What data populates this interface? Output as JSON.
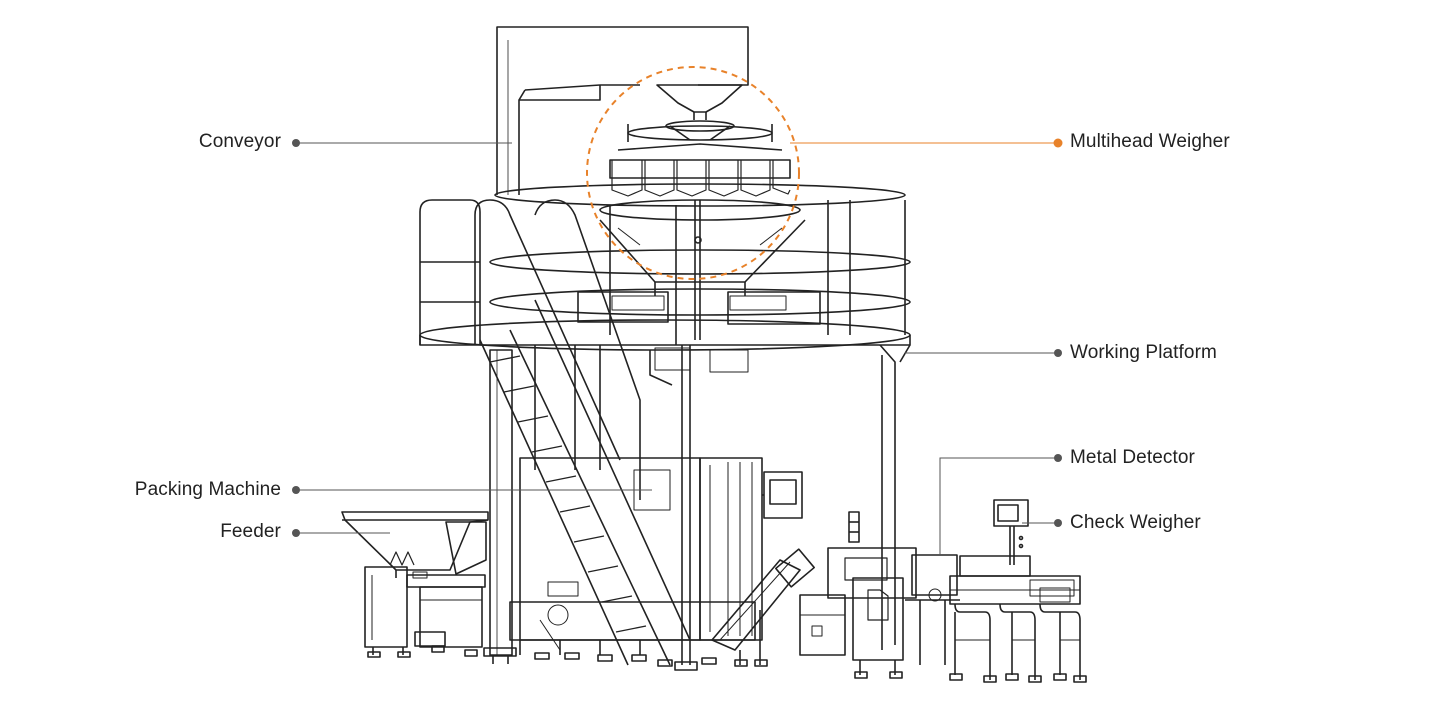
{
  "diagram": {
    "labels": {
      "conveyor": "Conveyor",
      "multihead_weigher": "Multihead Weigher",
      "working_platform": "Working Platform",
      "metal_detector": "Metal Detector",
      "packing_machine": "Packing Machine",
      "feeder": "Feeder",
      "check_weigher": "Check Weigher"
    },
    "colors": {
      "line": "#222222",
      "leader": "#555555",
      "highlight": "#e8822a",
      "background": "#ffffff"
    }
  }
}
